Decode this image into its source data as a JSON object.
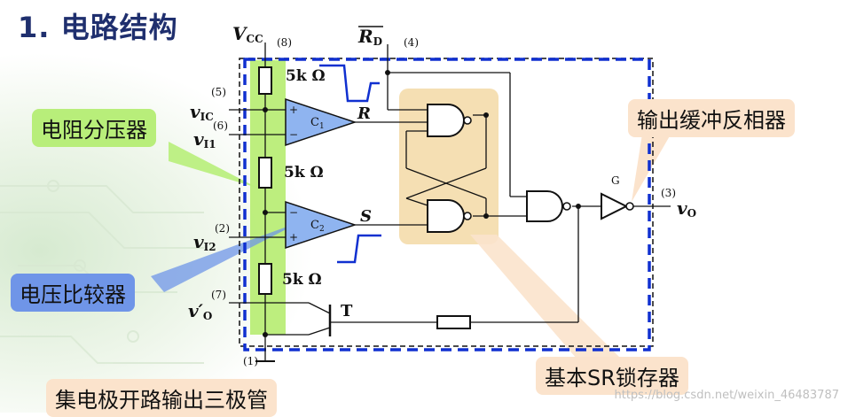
{
  "title": "1. 电路结构",
  "callouts": {
    "divider": "电阻分压器",
    "comparator": "电压比较器",
    "buffer": "输出缓冲反相器",
    "latch": "基本SR锁存器",
    "transistor": "集电极开路输出三极管"
  },
  "labels": {
    "vcc_main": "V",
    "vcc_sub": "CC",
    "rd_main": "R",
    "rd_sub": "D",
    "pin8": "(8)",
    "pin4": "(4)",
    "pin5": "(5)",
    "pin6": "(6)",
    "pin2": "(2)",
    "pin7": "(7)",
    "pin1": "(1)",
    "pin3": "(3)",
    "vic_main": "v",
    "vic_sub": "IC",
    "vi1_main": "v",
    "vi1_sub": "I1",
    "vi2_main": "v",
    "vi2_sub": "I2",
    "vo_prime_main": "v′",
    "vo_prime_sub": "O",
    "vo_main": "v",
    "vo_sub": "O",
    "r1": "5k Ω",
    "r2": "5k Ω",
    "r3": "5k Ω",
    "c1_main": "C",
    "c1_sub": "1",
    "c2_main": "C",
    "c2_sub": "2",
    "plus": "+",
    "minus": "−",
    "r_sig": "R",
    "s_sig": "S",
    "g": "G",
    "t": "T"
  },
  "watermark": "https://blog.csdn.net/weixin_46483787",
  "colors": {
    "wire": "#111111",
    "frame_blue": "#1030d0",
    "pulse_blue": "#1030d0",
    "comparator_fill": "#8fb4f0",
    "green_band": "#b6ec70",
    "latch_band": "#f3d9a6",
    "title": "#1f2f6e"
  }
}
